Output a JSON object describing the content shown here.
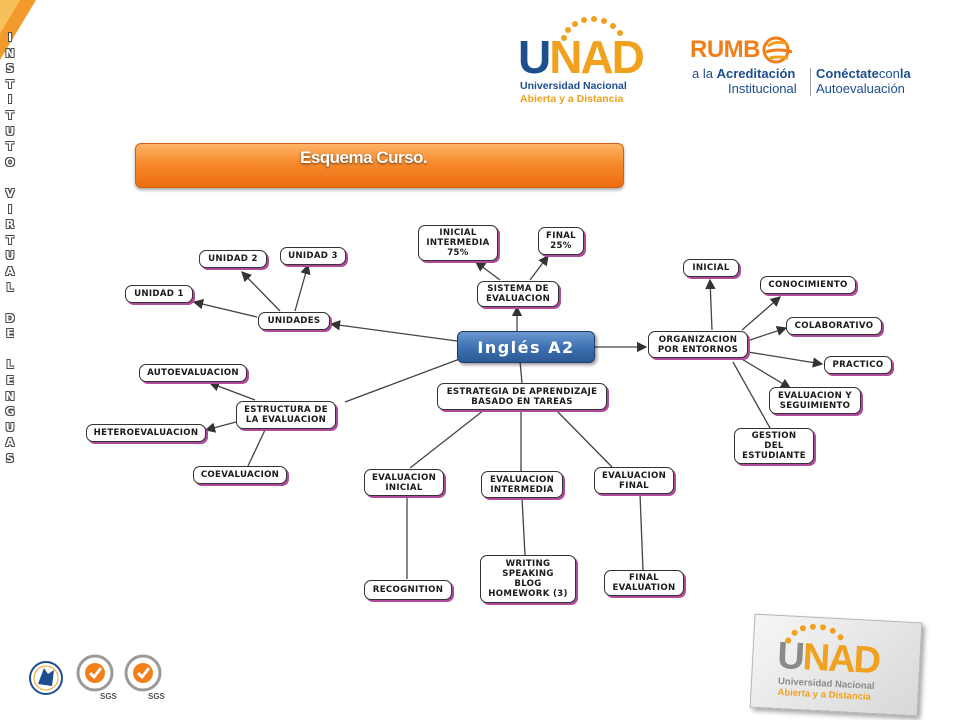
{
  "side_title": [
    "I",
    "N",
    "S",
    "T",
    "I",
    "T",
    "U",
    "T",
    "O",
    " ",
    "V",
    "I",
    "R",
    "T",
    "U",
    "A",
    "L",
    " ",
    "D",
    "E",
    " ",
    "L",
    "E",
    "N",
    "G",
    "U",
    "A",
    "S"
  ],
  "unad_logo": {
    "u": "U",
    "nad": "NAD",
    "line1": "Universidad Nacional",
    "line2": "Abierta y a Distancia"
  },
  "rumbo_logo": {
    "word": "RUMB",
    "line1_plain": "a la ",
    "line1_bold": "Acreditación",
    "line2": "Institucional",
    "conec_bold": "Conéctate",
    "conec_plain": "con",
    "conec_bold2": "la",
    "auto": "Autoevaluación"
  },
  "banner": {
    "title": "Esquema Curso."
  },
  "mindmap": {
    "central": "Inglés A2",
    "nodes": {
      "inicial_intermedia": "INICIAL\nINTERMEDIA\n75%",
      "final25": "FINAL\n25%",
      "sistema": "SISTEMA DE\nEVALUACION",
      "unidad2": "UNIDAD 2",
      "unidad3": "UNIDAD 3",
      "unidad1": "UNIDAD 1",
      "unidades": "UNIDADES",
      "autoevaluacion": "AUTOEVALUACION",
      "estructura": "ESTRUCTURA DE\nLA EVALUACION",
      "heteroevaluacion": "HETEROEVALUACION",
      "coevaluacion": "COEVALUACION",
      "estrategia": "ESTRATEGIA DE APRENDIZAJE\nBASADO EN TAREAS",
      "eval_inicial": "EVALUACION\nINICIAL",
      "eval_intermedia": "EVALUACION\nINTERMEDIA",
      "eval_final": "EVALUACION\nFINAL",
      "recognition": "RECOGNITION",
      "writing": "WRITING\nSPEAKING\nBLOG\nHOMEWORK (3)",
      "final_evaluation": "FINAL\nEVALUATION",
      "inicial": "INICIAL",
      "conocimiento": "CONOCIMIENTO",
      "organizacion": "ORGANIZACION\nPOR ENTORNOS",
      "colaborativo": "COLABORATIVO",
      "practico": "PRACTICO",
      "evaluacion_seg": "EVALUACION Y\nSEGUIMIENTO",
      "gestion": "GESTION\nDEL\nESTUDIANTE"
    }
  },
  "bottom": {
    "sgs1": "SGS",
    "sgs2": "SGS",
    "unad_u": "U",
    "unad_nad": "NAD",
    "unad_line1": "Universidad Nacional",
    "unad_line2": "Abierta y a Distancia"
  },
  "colors": {
    "accent_orange": "#f68a2b",
    "unad_blue": "#1d4e8e",
    "unad_gold": "#f0a11e",
    "node_shadow": "#b04a9a",
    "central_blue": "#3c6fb0"
  }
}
